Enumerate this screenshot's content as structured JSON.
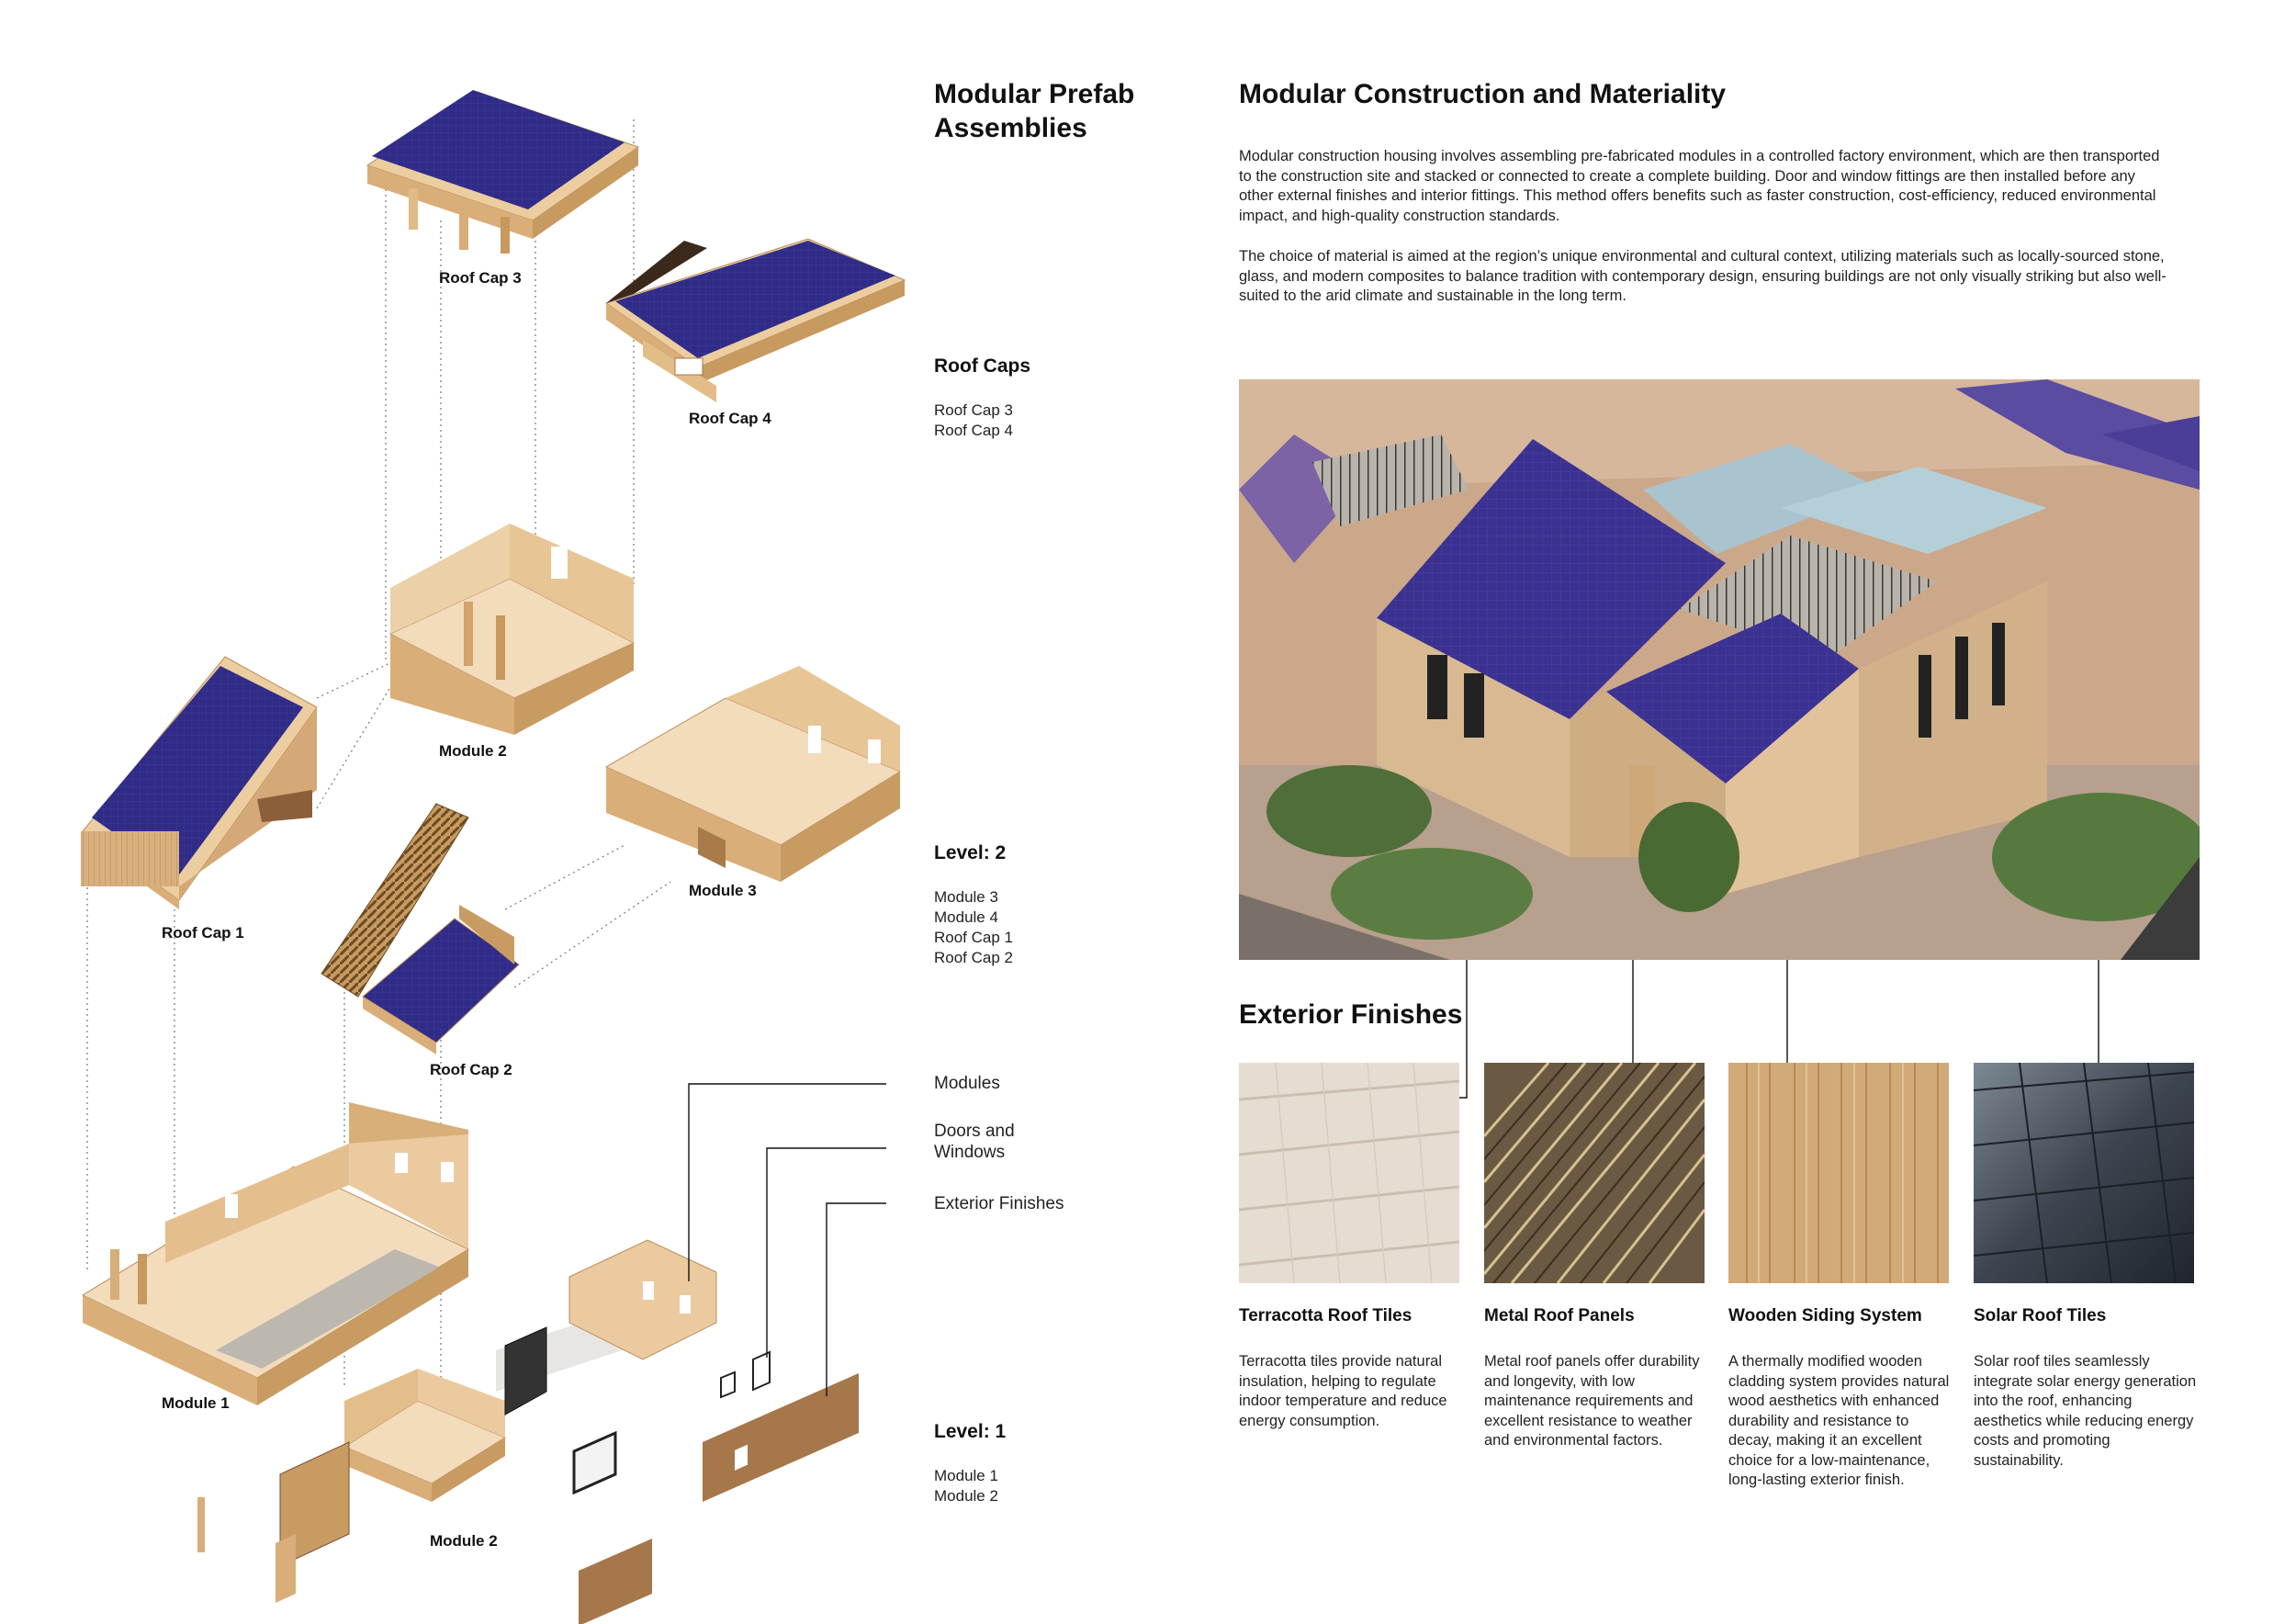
{
  "diagram": {
    "labels": {
      "roof_cap_3": "Roof Cap 3",
      "roof_cap_4": "Roof Cap 4",
      "module_2_upper": "Module 2",
      "roof_cap_1": "Roof Cap 1",
      "module_3": "Module 3",
      "roof_cap_2": "Roof Cap 2",
      "module_1": "Module 1",
      "module_2_lower": "Module 2"
    }
  },
  "assemblies": {
    "title": "Modular Prefab Assemblies",
    "roof_caps": {
      "heading": "Roof Caps",
      "items": [
        "Roof Cap 3",
        "Roof Cap 4"
      ]
    },
    "level2": {
      "heading": "Level: 2",
      "items": [
        "Module 3",
        "Module 4",
        "Roof Cap 1",
        "Roof Cap 2"
      ]
    },
    "legend": {
      "modules": "Modules",
      "doors_windows": "Doors and Windows",
      "exterior_finishes": "Exterior Finishes"
    },
    "level1": {
      "heading": "Level: 1",
      "items": [
        "Module 1",
        "Module 2"
      ]
    }
  },
  "construction": {
    "title": "Modular Construction and Materiality",
    "paragraph1": "Modular construction housing involves assembling pre-fabricated modules in a controlled factory environment, which are then transported to the construction site and stacked or connected to create a complete building. Door and window fittings are then installed before any other external finishes and interior fittings. This method offers benefits such as faster construction, cost-efficiency, reduced environmental impact, and high-quality construction standards.",
    "paragraph2": "The choice of material is aimed at the region’s unique environmental and cultural context, utilizing materials such as locally-sourced stone, glass, and modern composites to balance tradition with contemporary design, ensuring buildings are not only visually striking but also well-suited to the arid climate and sustainable in the long term."
  },
  "finishes": {
    "heading": "Exterior Finishes",
    "items": [
      {
        "title": "Terracotta Roof Tiles",
        "desc": "Terracotta tiles provide natural insulation, helping to regulate indoor temperature and reduce energy consumption."
      },
      {
        "title": "Metal Roof Panels",
        "desc": "Metal roof panels offer durability and longevity, with low maintenance requirements and excellent resistance to weather and environmental factors."
      },
      {
        "title": "Wooden Siding System",
        "desc": "A thermally modified wooden cladding system provides natural wood aesthetics with enhanced durability and resistance to decay, making it an excellent choice for a low-maintenance, long-lasting exterior finish."
      },
      {
        "title": "Solar Roof Tiles",
        "desc": "Solar roof tiles seamlessly integrate solar energy generation into the roof, enhancing aesthetics while reducing energy costs and promoting sustainability."
      }
    ]
  },
  "colors": {
    "solar_panel": "#2f2b86",
    "wood_light": "#eccda0",
    "wood_mid": "#d9ae78",
    "wood_dark": "#a5774a",
    "terracotta_swatch": "#e6ddd2",
    "metal_swatch": "#6a5a43",
    "timber_swatch": "#d2aa78",
    "solar_swatch": "#3d4550"
  }
}
